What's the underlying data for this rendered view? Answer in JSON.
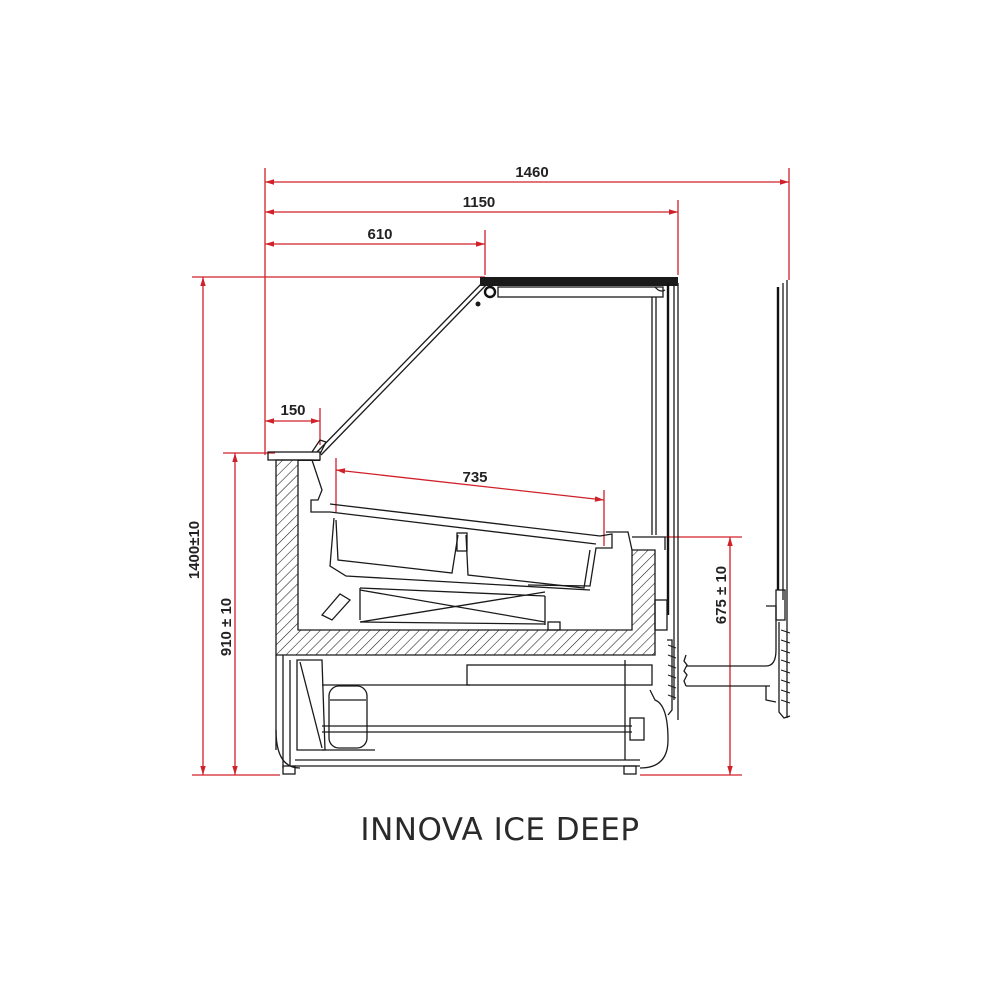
{
  "title": "INNOVA ICE DEEP",
  "colors": {
    "dimension_lines": "#d0202a",
    "drawing_lines": "#1a1a1a",
    "background": "#ffffff",
    "title_text": "#2a2a2a"
  },
  "dimensions": {
    "overall_depth": "1460",
    "cabinet_depth": "1150",
    "glass_top_depth": "610",
    "front_ledge": "150",
    "tray_length": "735",
    "overall_height": "1400±10",
    "counter_height": "910 ± 10",
    "rear_shelf_height": "675 ± 10"
  }
}
